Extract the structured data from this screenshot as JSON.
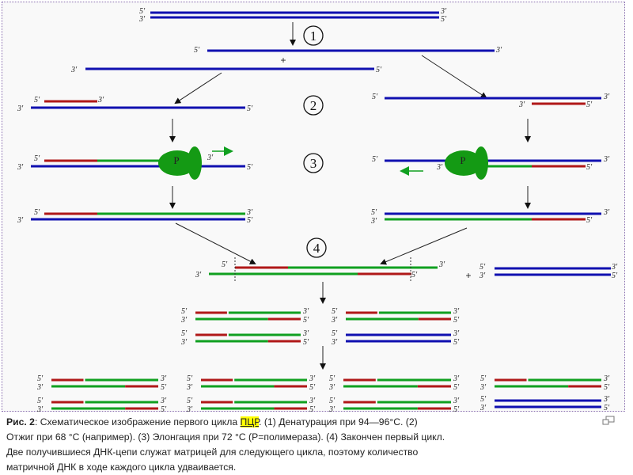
{
  "labels": {
    "five": "5'",
    "three": "3'"
  },
  "steps": [
    "1",
    "2",
    "3",
    "4"
  ],
  "polymerase_label": "P",
  "plus": "+",
  "colors": {
    "template": "#1010b0",
    "primer": "#b01818",
    "new_strand": "#10a020",
    "polymerase": "#149a14"
  },
  "caption": {
    "fig_label": "Рис. 2",
    "line1_a": ": Схематическое изображение первого цикла ",
    "pcr_link": "ПЦР",
    "line1_b": ". (1) Денатурация при 94—96°C. (2)",
    "line2": "Отжиг при 68 °C (например). (3) Элонгация при 72 °C (P=полимераза). (4) Закончен первый цикл.",
    "line3": "Две получившиеся ДНК-цепи служат матрицей для следующего цикла, поэтому количество",
    "line4": "матричной ДНК в ходе каждого цикла удваивается."
  }
}
